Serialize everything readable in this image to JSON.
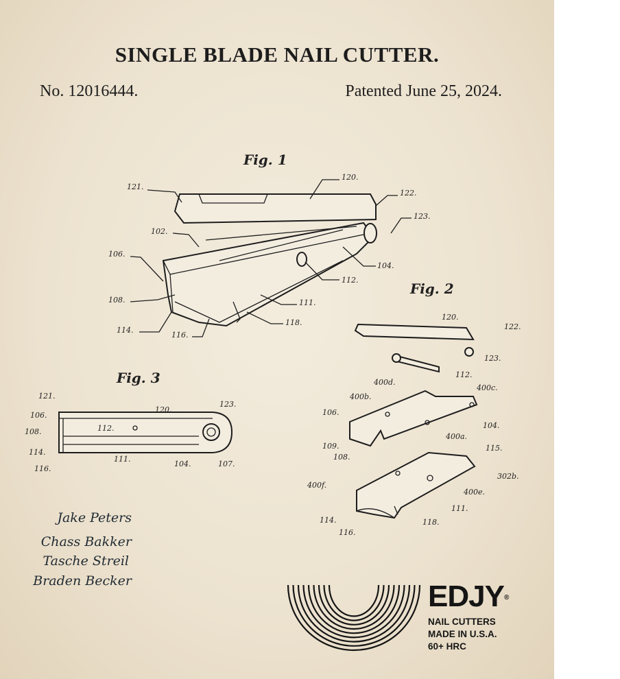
{
  "title": "SINGLE BLADE NAIL CUTTER.",
  "patent_no": "No. 12016444.",
  "patent_date": "Patented June 25, 2024.",
  "fig1": {
    "caption": "Fig. 1",
    "labels": [
      "121.",
      "120.",
      "122.",
      "102.",
      "123.",
      "106.",
      "104.",
      "112.",
      "108.",
      "111.",
      "118.",
      "114.",
      "116."
    ]
  },
  "fig2": {
    "caption": "Fig. 2",
    "labels": [
      "120.",
      "122.",
      "123.",
      "112.",
      "400d.",
      "400b.",
      "400c.",
      "106.",
      "104.",
      "400a.",
      "109.",
      "108.",
      "115.",
      "302b.",
      "400f.",
      "400e.",
      "111.",
      "114.",
      "118.",
      "116."
    ]
  },
  "fig3": {
    "caption": "Fig. 3",
    "labels": [
      "121.",
      "120.",
      "123.",
      "106.",
      "112.",
      "108.",
      "114.",
      "111.",
      "104.",
      "107.",
      "116."
    ]
  },
  "signatures": [
    "Jake Peters",
    "Chass Bakker",
    "Tasche Streil",
    "Braden Becker"
  ],
  "brand": {
    "name": "EDJY",
    "registered": "®",
    "lines": [
      "NAIL CUTTERS",
      "MADE IN U.S.A.",
      "60+ HRC"
    ]
  },
  "colors": {
    "paper": "#ece2cf",
    "ink": "#1d1d1d"
  }
}
